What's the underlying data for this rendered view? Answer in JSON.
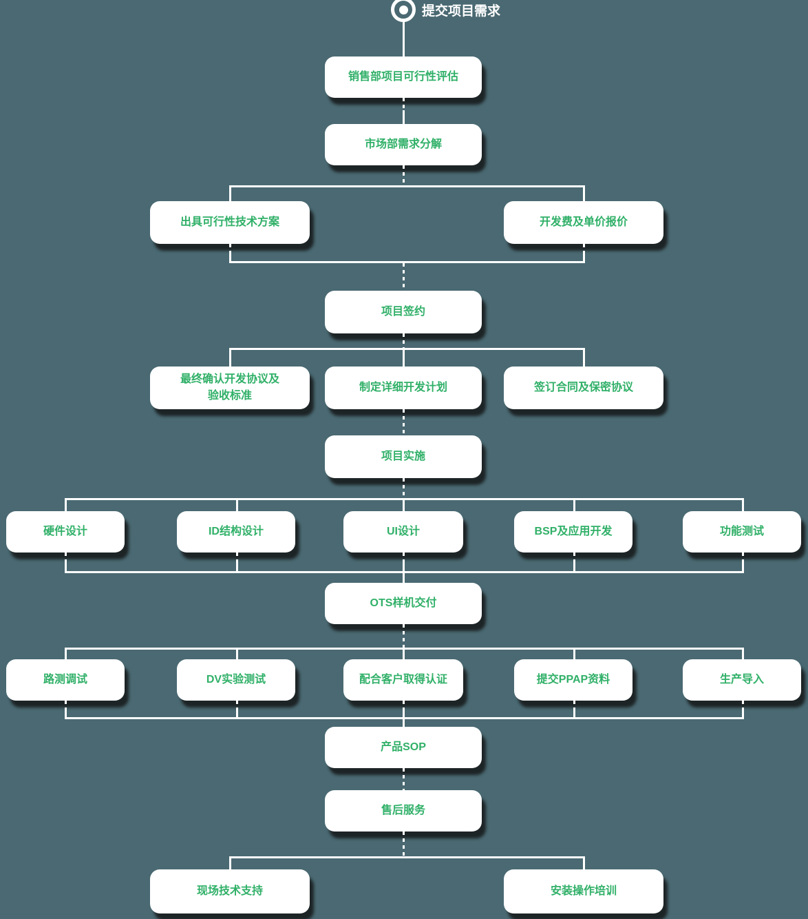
{
  "theme": {
    "background": "#4A6972",
    "node_background": "#FFFFFF",
    "node_text_color": "#30B068",
    "connector_color": "#FFFFFF",
    "shadow_color": "rgba(17,17,17,0.78)"
  },
  "start": {
    "label": "提交项目需求",
    "icon": "target-bullseye-icon"
  },
  "flow": {
    "step1": "销售部项目可行性评估",
    "step2": "市场部需求分解",
    "branch1": [
      "出具可行性技术方案",
      "开发费及单价报价"
    ],
    "step3": "项目签约",
    "branch2": [
      "最终确认开发协议及\n验收标准",
      "制定详细开发计划",
      "签订合同及保密协议"
    ],
    "step4": "项目实施",
    "branch3": [
      "硬件设计",
      "ID结构设计",
      "UI设计",
      "BSP及应用开发",
      "功能测试"
    ],
    "step5": "OTS样机交付",
    "branch4": [
      "路测调试",
      "DV实验测试",
      "配合客户取得认证",
      "提交PPAP资料",
      "生产导入"
    ],
    "step6": "产品SOP",
    "step7": "售后服务",
    "branch5": [
      "现场技术支持",
      "安装操作培训"
    ]
  }
}
